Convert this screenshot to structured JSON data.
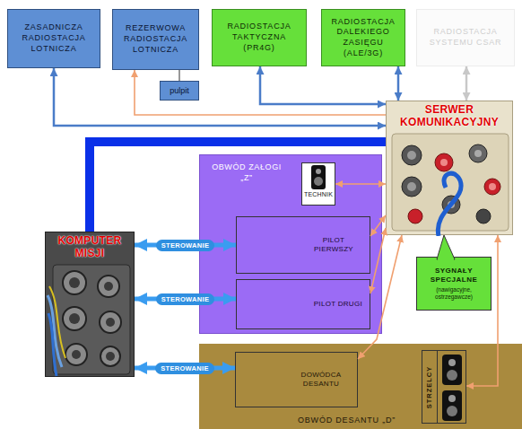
{
  "diagram": {
    "nodes": [
      {
        "text": [
          "ZASADNICZA RADIOSTACJA LOTNICZA"
        ]
      },
      {
        "text": [
          "REZERWOWA RADIOSTACJA LOTNICZA"
        ]
      },
      {
        "text": [
          "pulpit"
        ]
      },
      {
        "text": [
          "RADIOSTACJA TAKTYCZNA (PR4G)"
        ]
      },
      {
        "text": [
          "RADIOSTACJA DALEKIEGO ZASIĘGU (ALE/3G)"
        ]
      },
      {
        "text": [
          "RADIOSTACJA SYSTEMU CSAR"
        ]
      },
      {
        "text": [
          "SERWER KOMUNIKACYJNY"
        ]
      },
      {
        "text": [
          "OBWÓD ZAŁOGI „Z”"
        ]
      },
      {
        "text": [
          "TECHNIK"
        ],
        "in": 7
      },
      {
        "text": [
          "PILOT PIERWSZY"
        ],
        "in": 7
      },
      {
        "text": [
          "PILOT DRUGI"
        ],
        "in": 7
      },
      {
        "text": [
          "KOMPUTER MISJI"
        ]
      },
      {
        "text": [
          "SYGNAŁY SPECJALNE",
          "(nawigacyjne, ostrzegawcze)"
        ]
      },
      {
        "text": [
          "OBWÓD DESANTU „D”"
        ]
      },
      {
        "text": [
          "DOWÓDCA DESANTU"
        ],
        "in": 13
      },
      {
        "text": [
          "STRZELCY"
        ],
        "in": 13
      }
    ],
    "edges": [
      {
        "from": 0,
        "to": 6,
        "arrow": "both"
      },
      {
        "from": 6,
        "to": 1,
        "arrow": "to"
      },
      {
        "from": 1,
        "to": 2,
        "arrow": "none"
      },
      {
        "from": 3,
        "to": 6,
        "arrow": "both"
      },
      {
        "from": 4,
        "to": 6,
        "arrow": "both"
      },
      {
        "from": 5,
        "to": 6,
        "arrow": "both"
      },
      {
        "from": 6,
        "to": 11,
        "arrow": "none"
      },
      {
        "from": 6,
        "to": 8,
        "arrow": "both"
      },
      {
        "from": 6,
        "to": 9,
        "arrow": "both"
      },
      {
        "from": 6,
        "to": 10,
        "arrow": "both"
      },
      {
        "from": 6,
        "to": 14,
        "arrow": "both"
      },
      {
        "from": 6,
        "to": 15,
        "arrow": "both"
      },
      {
        "from": 11,
        "to": 9,
        "label": "STEROWANIE",
        "arrow": "both"
      },
      {
        "from": 11,
        "to": 10,
        "label": "STEROWANIE",
        "arrow": "both"
      },
      {
        "from": 11,
        "to": 14,
        "label": "STEROWANIE",
        "arrow": "both"
      }
    ]
  }
}
